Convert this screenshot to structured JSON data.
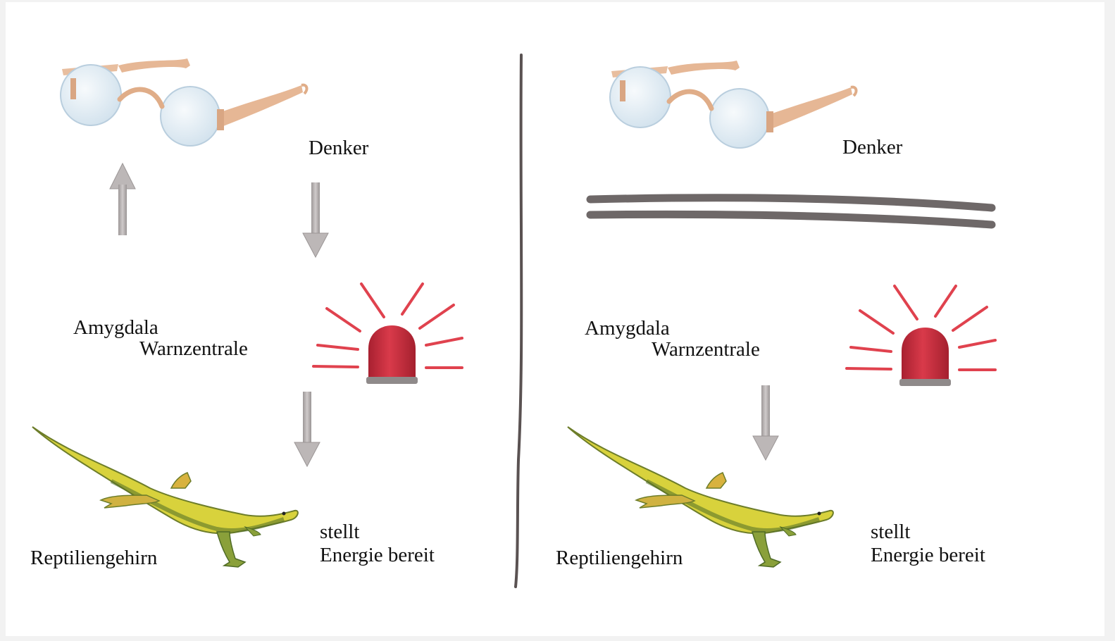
{
  "left_panel": {
    "thinker_label": "Denker",
    "amygdala_label": "Amygdala",
    "warning_center_label": "Warnzentrale",
    "reptile_brain_label": "Reptiliengehirn",
    "energy_line1": "stellt",
    "energy_line2": "Energie bereit"
  },
  "right_panel": {
    "thinker_label": "Denker",
    "amygdala_label": "Amygdala",
    "warning_center_label": "Warnzentrale",
    "reptile_brain_label": "Reptiliengehirn",
    "energy_line1": "stellt",
    "energy_line2": "Energie bereit"
  },
  "colors": {
    "glasses_frame": "#e3b48f",
    "glasses_lens": "#dfeaf2",
    "arrow_gray": "#b8b4b4",
    "siren_red": "#c8303e",
    "siren_rays": "#e0424e",
    "lizard_yellow": "#d9d23a",
    "lizard_green": "#5d7a2e",
    "divider": "#5a5252",
    "block_lines": "#5e5858"
  },
  "icons": [
    "glasses-icon",
    "siren-icon",
    "lizard-icon",
    "arrow-up-icon",
    "arrow-down-icon"
  ]
}
